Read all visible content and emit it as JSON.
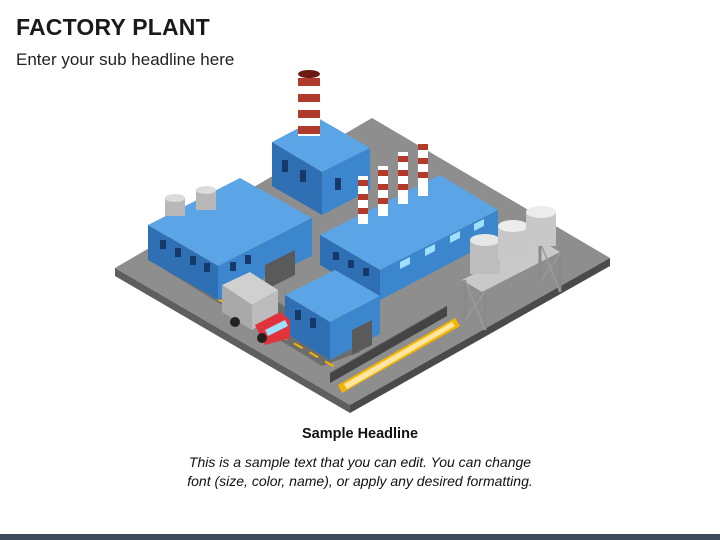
{
  "slide": {
    "title": "FACTORY PLANT",
    "subtitle": "Enter your sub headline here",
    "sample_headline": "Sample Headline",
    "sample_text_lines": [
      "This is a sample text that you can edit. You can change",
      "font (size, color, name), or apply any desired formatting."
    ]
  },
  "colors": {
    "bottom_bar": "#3d4a5c",
    "building_top": "#5ba4e6",
    "building_front": "#2f6fb3",
    "building_side": "#3b86cc",
    "ground": "#8c8c8c",
    "chimney_red": "#b23a2a",
    "road_yellow": "#f5b400"
  },
  "icons": {
    "illustration": "factory-plant-isometric"
  }
}
